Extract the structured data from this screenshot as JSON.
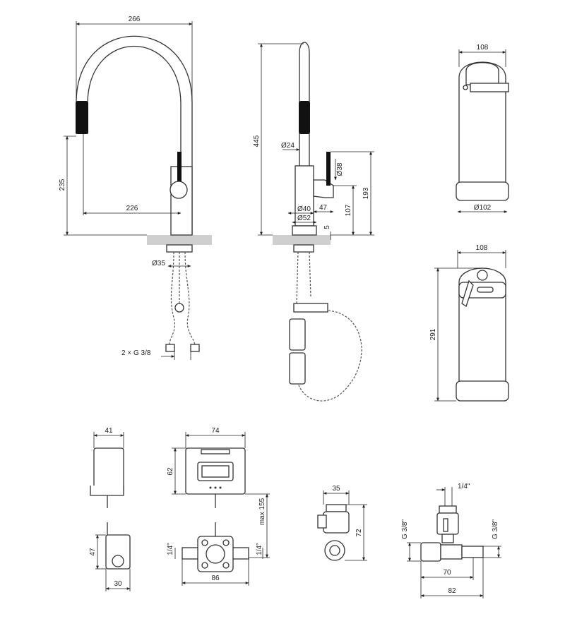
{
  "colors": {
    "line": "#333333",
    "grip": "#111111",
    "worktop": "#cfcfcf",
    "background": "#ffffff"
  },
  "tap_front": {
    "width": "266",
    "spout_reach": "226",
    "outlet_height": "235",
    "hose_diameter": "Ø35",
    "connection": "2 × G 3/8"
  },
  "tap_side": {
    "total_height": "445",
    "spout_diameter": "Ø24",
    "lever_diameter": "Ø38",
    "body_diameter": "Ø40",
    "base_diameter": "Ø52",
    "lever_offset": "47",
    "body_height": "107",
    "lever_height": "193",
    "base_height": "5"
  },
  "filter_top": {
    "width": "108",
    "diameter": "Ø102"
  },
  "filter_bottom": {
    "width": "108",
    "height": "291"
  },
  "control_side": {
    "width": "41",
    "height": "47",
    "base_width": "30"
  },
  "control_front": {
    "width": "74",
    "height": "62",
    "max_length": "max 155",
    "port_left": "1/4\"",
    "port_right": "1/4\"",
    "base_width": "86"
  },
  "valve_small": {
    "width": "35",
    "height": "72"
  },
  "valve_tee": {
    "top_port": "1/4\"",
    "left_port": "G 3/8\"",
    "right_port": "G 3/8\"",
    "inner_width": "70",
    "outer_width": "82"
  }
}
